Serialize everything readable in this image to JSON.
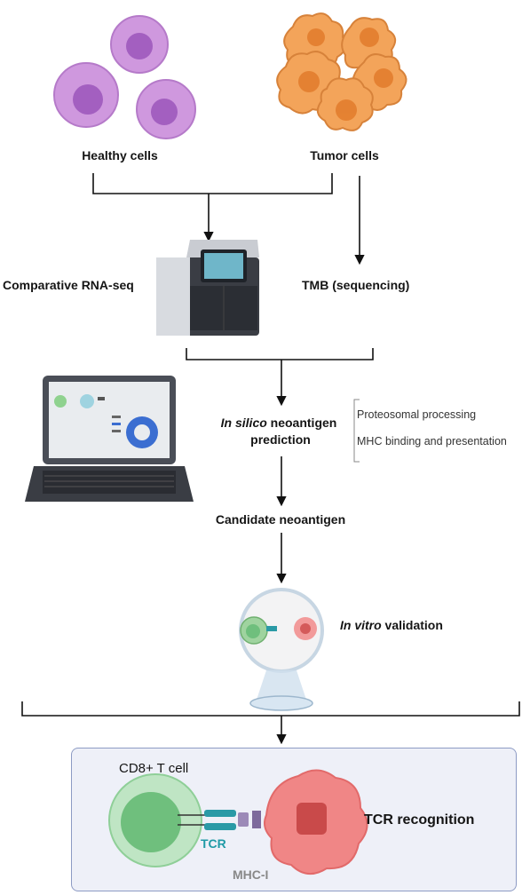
{
  "labels": {
    "healthy_cells": "Healthy cells",
    "tumor_cells": "Tumor cells",
    "comparative_rnaseq": "Comparative RNA-seq",
    "tmb": "TMB (sequencing)",
    "in_silico_italic": "In silico",
    "in_silico_rest": " neoantigen",
    "prediction": "prediction",
    "proteosomal": "Proteosomal processing",
    "mhc_binding": "MHC binding and presentation",
    "candidate": "Candidate neoantigen",
    "in_vitro_italic": "In vitro",
    "in_vitro_rest": " validation",
    "cd8_t_cell": "CD8+ T cell",
    "tcr": "TCR",
    "mhc_i": "MHC-I",
    "tcr_recognition": "TCR recognition"
  },
  "colors": {
    "healthy": "#c98fd8",
    "tumor": "#f4a65a",
    "tcell": "#6fbf7d",
    "tumor_red": "#ef7f7f",
    "tcr": "#2a9aa6",
    "mhc": "#8a6fa6",
    "box_bg": "#eef0f8",
    "box_border": "#8d9bc4"
  },
  "icons": [
    "healthy-cell-icon",
    "tumor-cell-icon",
    "sequencer-icon",
    "laptop-icon",
    "magnifier-icon",
    "petri-dish-icon",
    "t-cell-icon",
    "tumor-cell-red-icon"
  ]
}
